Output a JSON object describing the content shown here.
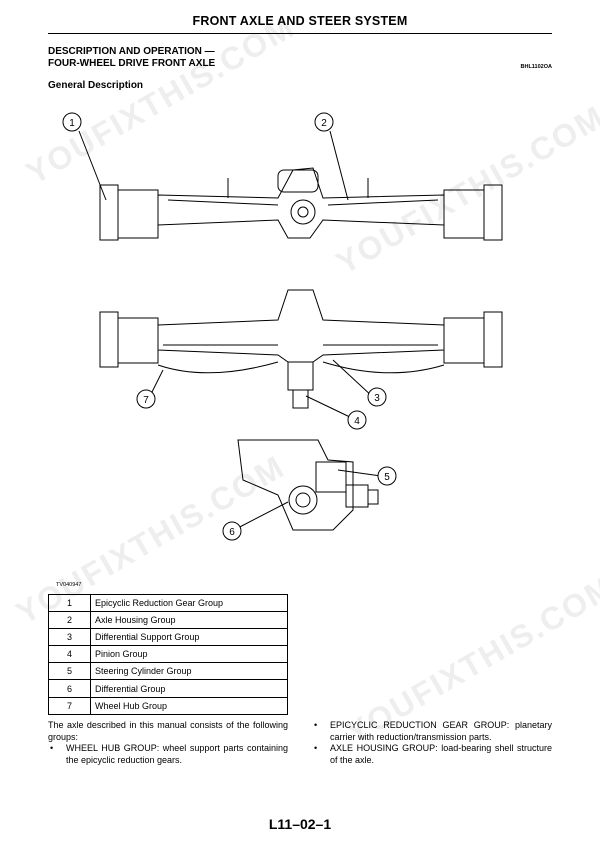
{
  "header": {
    "title": "FRONT AXLE AND STEER SYSTEM"
  },
  "section": {
    "title_line1": "DESCRIPTION AND OPERATION —",
    "title_line2": "FOUR-WHEEL DRIVE FRONT AXLE",
    "doc_id": "BHL1102OA",
    "subheading": "General Description"
  },
  "figure": {
    "id": "TV040947",
    "callouts": [
      "1",
      "2",
      "3",
      "4",
      "5",
      "6",
      "7"
    ]
  },
  "legend": [
    {
      "num": "1",
      "label": "Epicyclic Reduction Gear Group"
    },
    {
      "num": "2",
      "label": "Axle Housing Group"
    },
    {
      "num": "3",
      "label": "Differential Support Group"
    },
    {
      "num": "4",
      "label": "Pinion Group"
    },
    {
      "num": "5",
      "label": "Steering Cylinder Group"
    },
    {
      "num": "6",
      "label": "Differential Group"
    },
    {
      "num": "7",
      "label": "Wheel Hub Group"
    }
  ],
  "body": {
    "intro": "The axle described in this manual consists of the following groups:",
    "bullet_char": "•",
    "bullets_left": [
      "WHEEL HUB GROUP: wheel support parts containing the epicyclic reduction gears."
    ],
    "bullets_right": [
      "EPICYCLIC REDUCTION GEAR GROUP: planetary carrier with reduction/transmission parts.",
      "AXLE HOUSING GROUP: load-bearing shell structure of the axle."
    ]
  },
  "footer": {
    "page": "L11–02–1"
  },
  "watermark": {
    "text": "YOUFIXTHIS.COM"
  }
}
